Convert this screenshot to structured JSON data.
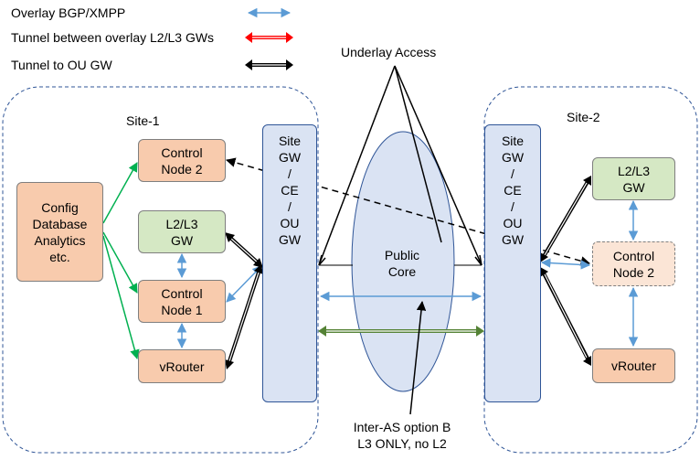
{
  "legend": {
    "items": [
      {
        "label": "Overlay BGP/XMPP",
        "color": "#5b9bd5"
      },
      {
        "label": "Tunnel between overlay L2/L3 GWs",
        "color": "#ff0000"
      },
      {
        "label": "Tunnel to OU GW",
        "color": "#000000"
      }
    ]
  },
  "annotations": {
    "underlay_access": "Underlay Access",
    "inter_as": "Inter-AS option B\nL3 ONLY, no L2"
  },
  "site1": {
    "title": "Site-1",
    "config": "Config\nDatabase\nAnalytics\netc.",
    "control_node_2": "Control\nNode 2",
    "l2l3_gw": "L2/L3\nGW",
    "control_node_1": "Control\nNode 1",
    "vrouter": "vRouter",
    "site_gw": "Site\nGW\n/\nCE\n/\nOU\nGW"
  },
  "site2": {
    "title": "Site-2",
    "l2l3_gw": "L2/L3\nGW",
    "control_node_2": "Control\nNode 2",
    "vrouter": "vRouter",
    "site_gw": "Site\nGW\n/\nCE\n/\nOU\nGW"
  },
  "core": {
    "label": "Public\nCore"
  },
  "colors": {
    "overlay_blue": "#5b9bd5",
    "green_link": "#00b050",
    "inter_as_green": "#548235"
  }
}
